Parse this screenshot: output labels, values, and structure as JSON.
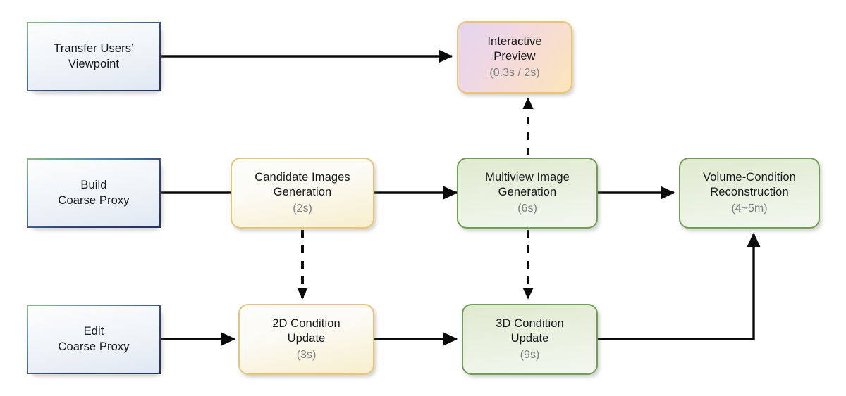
{
  "diagram": {
    "nodes": [
      {
        "id": "transfer-users-viewpoint",
        "title": "Transfer Users’\nViewpoint",
        "timing": "",
        "style": "blue"
      },
      {
        "id": "interactive-preview",
        "title": "Interactive\nPreview",
        "timing": "(0.3s / 2s)",
        "style": "preview"
      },
      {
        "id": "build-coarse-proxy",
        "title": "Build\nCoarse Proxy",
        "timing": "",
        "style": "blue"
      },
      {
        "id": "candidate-images-generation",
        "title": "Candidate Images\nGeneration",
        "timing": "(2s)",
        "style": "yellow"
      },
      {
        "id": "multiview-image-generation",
        "title": "Multiview Image\nGeneration",
        "timing": "(6s)",
        "style": "green"
      },
      {
        "id": "volume-condition-reconstruction",
        "title": "Volume-Condition\nReconstruction",
        "timing": "(4~5m)",
        "style": "green"
      },
      {
        "id": "edit-coarse-proxy",
        "title": "Edit\nCoarse Proxy",
        "timing": "",
        "style": "blue"
      },
      {
        "id": "2d-condition-update",
        "title": "2D Condition\nUpdate",
        "timing": "(3s)",
        "style": "yellow"
      },
      {
        "id": "3d-condition-update",
        "title": "3D Condition\nUpdate",
        "timing": "(9s)",
        "style": "green"
      }
    ],
    "edges": [
      {
        "id": "transfer-to-preview",
        "from": "transfer-users-viewpoint",
        "to": "interactive-preview",
        "kind": "solid"
      },
      {
        "id": "build-to-candidate",
        "from": "build-coarse-proxy",
        "to": "candidate-images-generation",
        "kind": "solid"
      },
      {
        "id": "candidate-to-multiview",
        "from": "candidate-images-generation",
        "to": "multiview-image-generation",
        "kind": "solid"
      },
      {
        "id": "multiview-to-volume",
        "from": "multiview-image-generation",
        "to": "volume-condition-reconstruction",
        "kind": "solid"
      },
      {
        "id": "multiview-to-preview",
        "from": "multiview-image-generation",
        "to": "interactive-preview",
        "kind": "dashed"
      },
      {
        "id": "candidate-to-2d",
        "from": "candidate-images-generation",
        "to": "2d-condition-update",
        "kind": "dashed"
      },
      {
        "id": "multiview-to-3d",
        "from": "multiview-image-generation",
        "to": "3d-condition-update",
        "kind": "dashed"
      },
      {
        "id": "edit-to-2d",
        "from": "edit-coarse-proxy",
        "to": "2d-condition-update",
        "kind": "solid"
      },
      {
        "id": "2d-to-3d",
        "from": "2d-condition-update",
        "to": "3d-condition-update",
        "kind": "solid"
      },
      {
        "id": "3d-to-volume",
        "from": "3d-condition-update",
        "to": "volume-condition-reconstruction",
        "kind": "solid"
      }
    ],
    "colors": {
      "blue_border": "#2e4372",
      "yellow_border": "#e9c571",
      "green_border": "#6f9e52",
      "edge": "#0b0b0b",
      "title_text": "#16181a",
      "timing_text": "#7e7e7e",
      "background": "#ffffff"
    }
  }
}
